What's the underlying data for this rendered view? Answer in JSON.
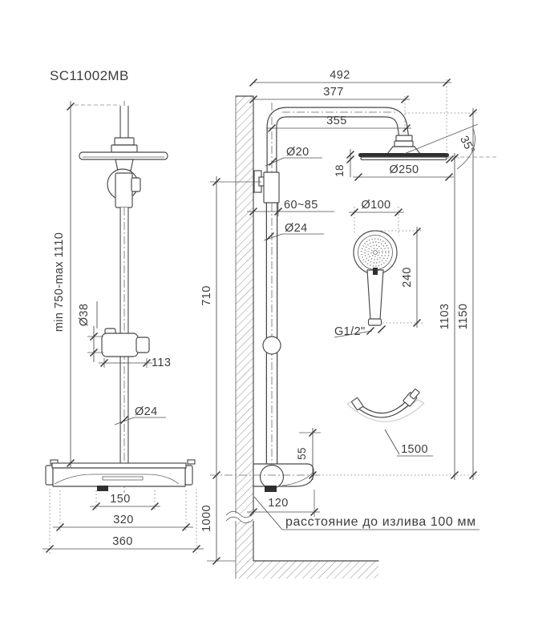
{
  "title": {
    "model": "SC11002MB"
  },
  "front_view": {
    "height_range": "min 750-max 1110",
    "holder_diameter": "Ø38",
    "holder_width": "113",
    "pipe_diameter": "Ø24",
    "spout_width": "150",
    "body_width": "320",
    "overall_width": "360"
  },
  "side_view": {
    "arm_projection_total": "492",
    "arm_projection": "377",
    "arm_length": "355",
    "arm_pipe_diameter": "Ø20",
    "bracket_clearance": "60~85",
    "column_pipe_diameter": "Ø24",
    "column_height": "710",
    "mixer_height_above_floor": "1000",
    "head_thickness": "18",
    "head_diameter": "Ø250",
    "head_tilt_angle": "35°",
    "handshower_diameter": "Ø100",
    "handshower_length": "240",
    "connection_thread": "G1/2\"",
    "hose_length": "1500",
    "height_to_head": "1103",
    "overall_height": "1150",
    "mixer_depth": "120",
    "spout_height": "55",
    "note": "расстояние до излива 100 мм"
  }
}
